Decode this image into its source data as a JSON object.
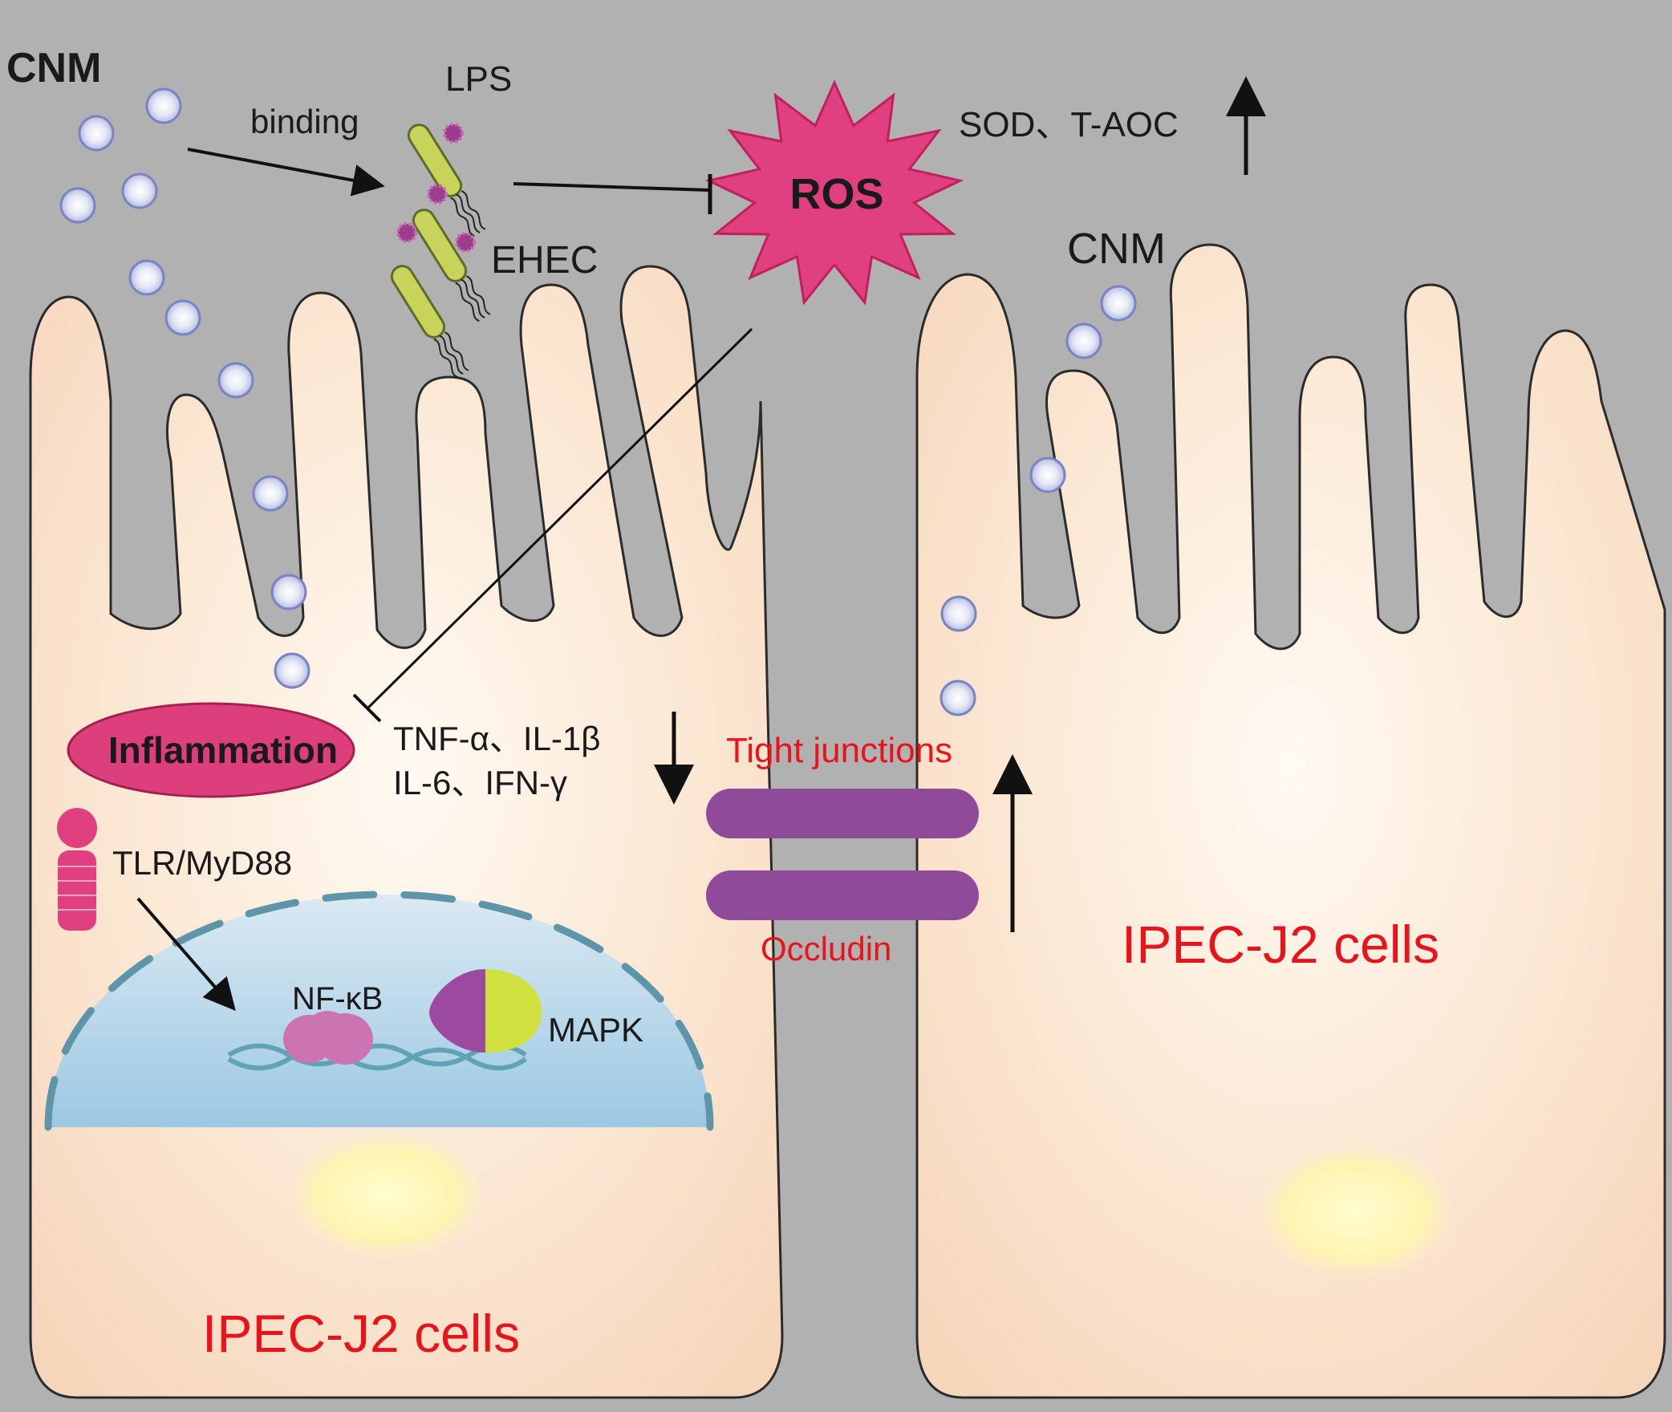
{
  "labels": {
    "cnm_top": "CNM",
    "binding": "binding",
    "lps": "LPS",
    "ehec": "EHEC",
    "ros": "ROS",
    "sod_taoc": "SOD、T-AOC",
    "cnm_right": "CNM",
    "inflammation": "Inflammation",
    "cytokines_line1": "TNF-α、IL-1β",
    "cytokines_line2": "IL-6、IFN-γ",
    "tight_junctions": "Tight junctions",
    "occludin": "Occludin",
    "tlr": "TLR/MyD88",
    "nfkb": "NF-κB",
    "mapk": "MAPK",
    "cell_left": "IPEC-J2 cells",
    "cell_right": "IPEC-J2 cells"
  },
  "colors": {
    "background": "#b1b1b1",
    "cell_body": "#f8dcc4",
    "cell_outline": "#2b2b2b",
    "ros_star": "#e0407f",
    "inflammation": "#dd3f7d",
    "tight_junction": "#8f4b9a",
    "nucleus": "#a7cde3",
    "nucleus_border": "#5e95a8",
    "bacteria": "#c7d35b",
    "lps_dot": "#9c3c8d",
    "nanoparticle": "#e9ecf5",
    "nfkb": "#cc73b2",
    "mapk_left": "#9c4aa0",
    "mapk_right": "#cfe03f",
    "cell_label": "#e8131b"
  },
  "icons": {
    "ros": "spiky-star-icon",
    "receptor": "receptor-icon",
    "dna": "dna-helix-icon",
    "bacteria": "rod-bacterium-icon",
    "nanoparticle": "nanoparticle-dot-icon"
  }
}
